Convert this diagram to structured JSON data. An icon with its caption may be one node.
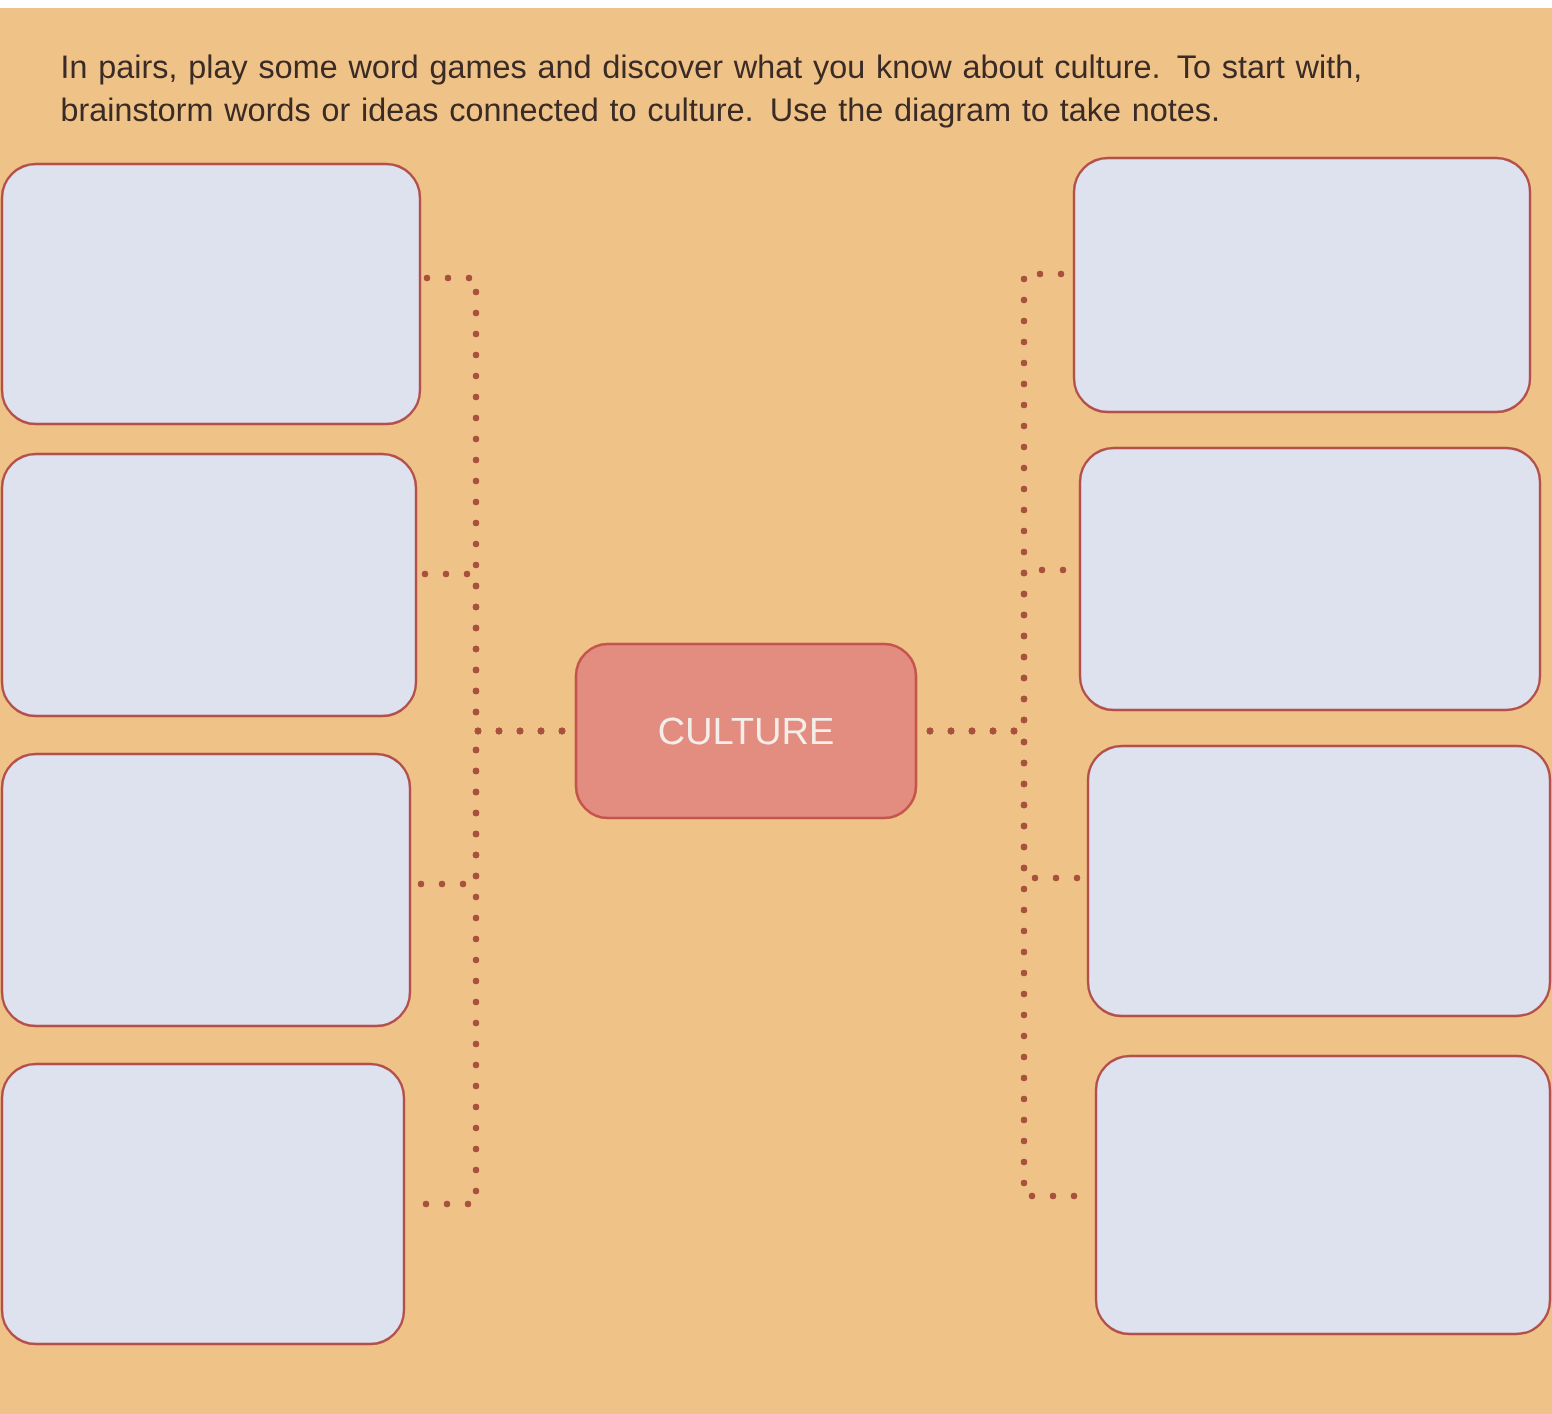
{
  "diagram": {
    "title": "In pairs, play some word games and discover what you know about culture. To start with, brainstorm words or ideas connected to culture. Use the diagram to take notes.",
    "nodes": [
      {
        "text": [
          "CULTURE"
        ]
      },
      {
        "text": [],
        "shape": "box"
      },
      {
        "text": [],
        "shape": "box"
      },
      {
        "text": [],
        "shape": "box"
      },
      {
        "text": [],
        "shape": "box"
      },
      {
        "text": [],
        "shape": "box"
      },
      {
        "text": [],
        "shape": "box"
      },
      {
        "text": [],
        "shape": "box"
      },
      {
        "text": [],
        "shape": "box"
      }
    ],
    "edges": [
      {
        "from": 0,
        "to": 1,
        "arrow": "none",
        "style": "dashed"
      },
      {
        "from": 0,
        "to": 2,
        "arrow": "none",
        "style": "dashed"
      },
      {
        "from": 0,
        "to": 3,
        "arrow": "none",
        "style": "dashed"
      },
      {
        "from": 0,
        "to": 4,
        "arrow": "none",
        "style": "dashed"
      },
      {
        "from": 0,
        "to": 5,
        "arrow": "none",
        "style": "dashed"
      },
      {
        "from": 0,
        "to": 6,
        "arrow": "none",
        "style": "dashed"
      },
      {
        "from": 0,
        "to": 7,
        "arrow": "none",
        "style": "dashed"
      },
      {
        "from": 0,
        "to": 8,
        "arrow": "none",
        "style": "dashed"
      }
    ]
  }
}
